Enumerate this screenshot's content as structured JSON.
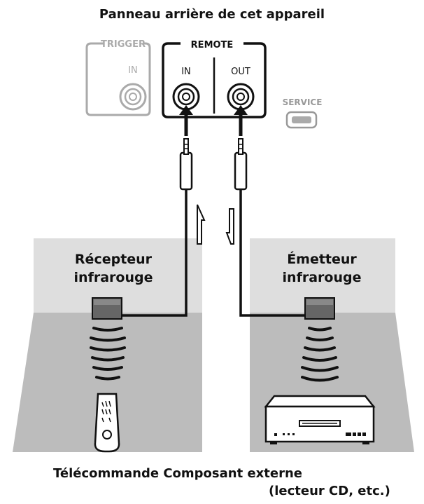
{
  "title": "Panneau arrière de cet appareil",
  "panel": {
    "trigger_label": "TRIGGER",
    "trigger_in": "IN",
    "remote_label": "REMOTE",
    "remote_in": "IN",
    "remote_out": "OUT",
    "service_label": "SERVICE"
  },
  "receiver": {
    "line1": "Récepteur",
    "line2": "infrarouge"
  },
  "emitter": {
    "line1": "Émetteur",
    "line2": "infrarouge"
  },
  "captions": {
    "line1": "Télécommande Composant externe",
    "line2": "(lecteur CD, etc.)"
  }
}
